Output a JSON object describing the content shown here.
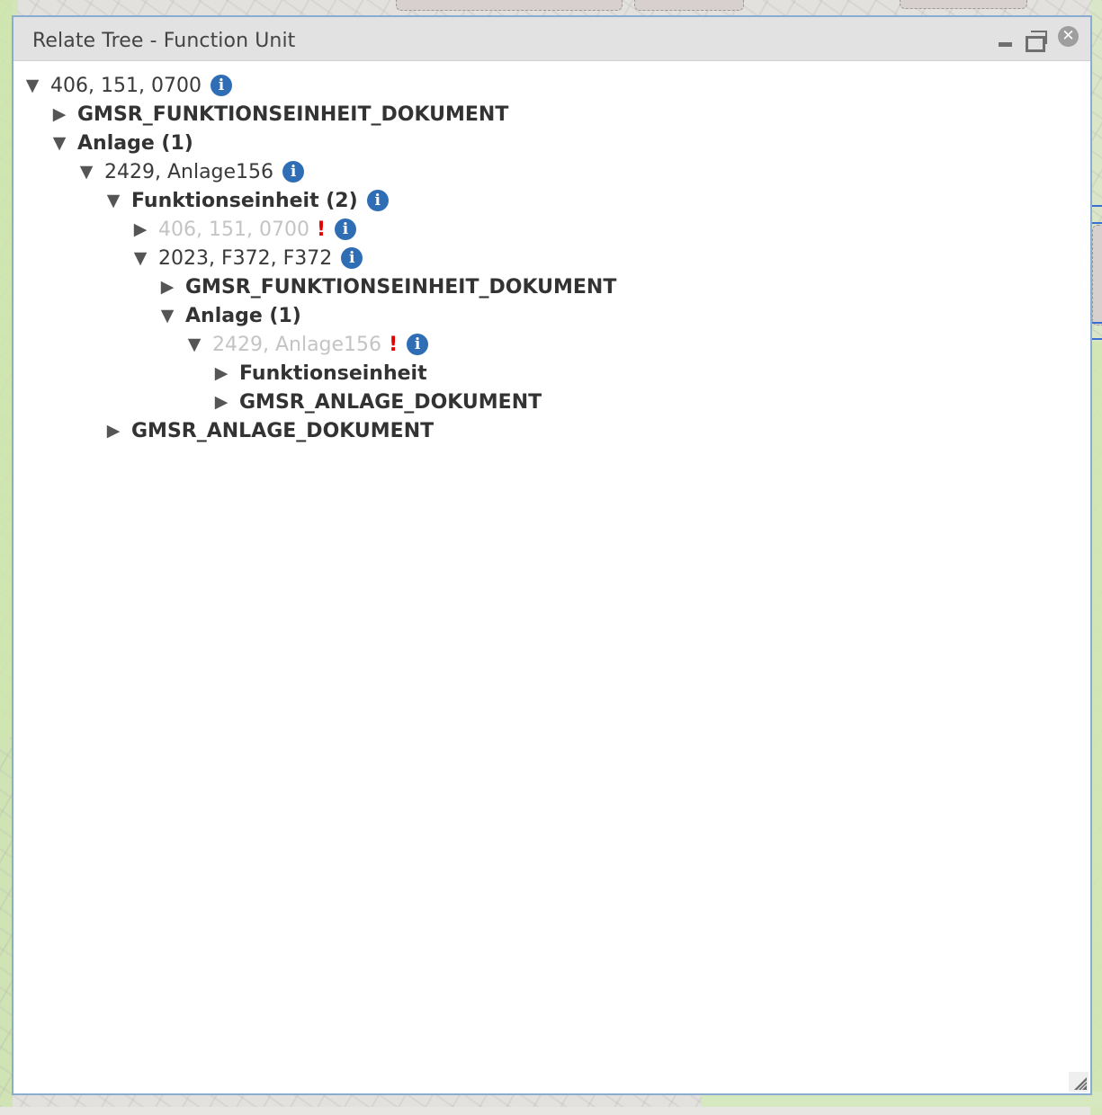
{
  "window": {
    "title": "Relate Tree - Function Unit",
    "controls": [
      "minimize",
      "restore",
      "close"
    ],
    "close_glyph": "✕"
  },
  "icons": {
    "expanded": "▼",
    "collapsed": "▶",
    "info": "i",
    "warning": "!"
  },
  "colors": {
    "info_icon": "#2f6db5",
    "warning": "#e00000",
    "dim_text": "#c4c4c4",
    "window_border": "#89acd0",
    "titlebar": "#e2e2e2"
  },
  "tree": {
    "nodes": [
      {
        "label": "406, 151, 0700",
        "depth": 0,
        "expanded": true,
        "bold": false,
        "dim": false,
        "warning": false,
        "info": true
      },
      {
        "label": "GMSR_FUNKTIONSEINHEIT_DOKUMENT",
        "depth": 1,
        "expanded": false,
        "bold": true,
        "dim": false,
        "warning": false,
        "info": false
      },
      {
        "label": "Anlage (1)",
        "depth": 1,
        "expanded": true,
        "bold": true,
        "dim": false,
        "warning": false,
        "info": false
      },
      {
        "label": "2429, Anlage156",
        "depth": 2,
        "expanded": true,
        "bold": false,
        "dim": false,
        "warning": false,
        "info": true
      },
      {
        "label": "Funktionseinheit (2)",
        "depth": 3,
        "expanded": true,
        "bold": true,
        "dim": false,
        "warning": false,
        "info": true
      },
      {
        "label": "406, 151, 0700",
        "depth": 4,
        "expanded": false,
        "bold": false,
        "dim": true,
        "warning": true,
        "info": true
      },
      {
        "label": "2023, F372, F372",
        "depth": 4,
        "expanded": true,
        "bold": false,
        "dim": false,
        "warning": false,
        "info": true
      },
      {
        "label": "GMSR_FUNKTIONSEINHEIT_DOKUMENT",
        "depth": 5,
        "expanded": false,
        "bold": true,
        "dim": false,
        "warning": false,
        "info": false
      },
      {
        "label": "Anlage (1)",
        "depth": 5,
        "expanded": true,
        "bold": true,
        "dim": false,
        "warning": false,
        "info": false
      },
      {
        "label": "2429, Anlage156",
        "depth": 6,
        "expanded": true,
        "bold": false,
        "dim": true,
        "warning": true,
        "info": true
      },
      {
        "label": "Funktionseinheit",
        "depth": 7,
        "expanded": false,
        "bold": true,
        "dim": false,
        "warning": false,
        "info": false
      },
      {
        "label": "GMSR_ANLAGE_DOKUMENT",
        "depth": 7,
        "expanded": false,
        "bold": true,
        "dim": false,
        "warning": false,
        "info": false
      },
      {
        "label": "GMSR_ANLAGE_DOKUMENT",
        "depth": 3,
        "expanded": false,
        "bold": true,
        "dim": false,
        "warning": false,
        "info": false
      }
    ]
  }
}
